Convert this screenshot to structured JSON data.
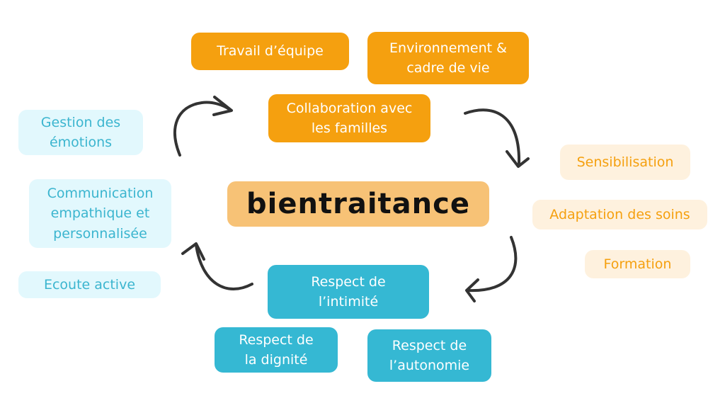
{
  "center": {
    "label": "bientraitance"
  },
  "orange_boxes": [
    {
      "label": "Travail d’équipe"
    },
    {
      "label": "Environnement &\ncadre de vie"
    },
    {
      "label": "Collaboration avec\nles familles"
    }
  ],
  "cream_boxes": [
    {
      "label": "Sensibilisation"
    },
    {
      "label": "Adaptation des soins"
    },
    {
      "label": "Formation"
    }
  ],
  "cyan_boxes": [
    {
      "label": "Gestion des\némotions"
    },
    {
      "label": "Communication\nempathique et\npersonnalisée"
    },
    {
      "label": "Ecoute active"
    }
  ],
  "teal_boxes": [
    {
      "label": "Respect de\nl’intimité"
    },
    {
      "label": "Respect de\nla dignité"
    },
    {
      "label": "Respect de\nl’autonomie"
    }
  ],
  "colors": {
    "orange": "#F5A00F",
    "cream": "#FEF1DE",
    "cyan_bg": "#E2F8FD",
    "cyan_text": "#3BB5CF",
    "teal": "#35B8D3",
    "center": "#F7C276",
    "arrow": "#333333"
  }
}
